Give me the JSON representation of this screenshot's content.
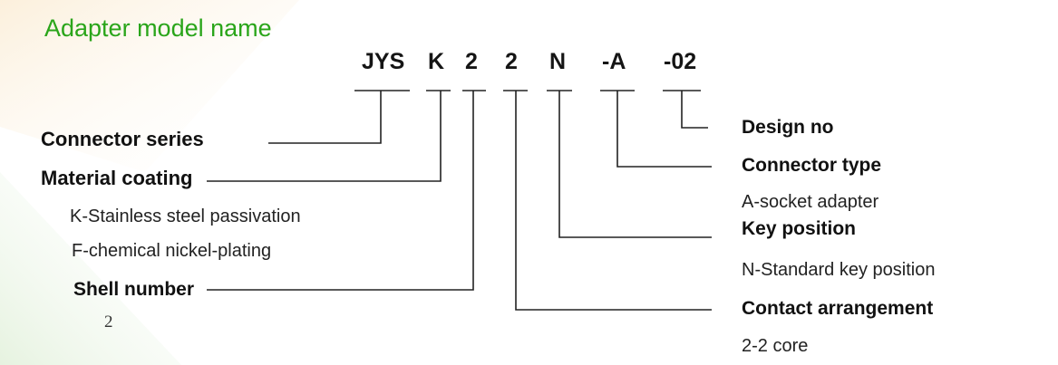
{
  "title": "Adapter model name",
  "code_segments": [
    "JYS",
    "K",
    "2",
    "2",
    "N",
    "-A",
    "-02"
  ],
  "fields": {
    "connector_series": {
      "label": "Connector series"
    },
    "material_coating": {
      "label": "Material coating",
      "options": [
        "K-Stainless steel passivation",
        "F-chemical nickel-plating"
      ]
    },
    "shell_number": {
      "label": "Shell number",
      "value": "2"
    },
    "design_no": {
      "label": "Design no"
    },
    "connector_type": {
      "label": "Connector type",
      "options": [
        "A-socket adapter"
      ]
    },
    "key_position": {
      "label": "Key position",
      "options": [
        "N-Standard key position"
      ]
    },
    "contact_arrangement": {
      "label": "Contact arrangement",
      "options": [
        "2-2 core"
      ]
    }
  },
  "colors": {
    "title": "#2aa51a",
    "text": "#111111",
    "lines": "#222222"
  }
}
